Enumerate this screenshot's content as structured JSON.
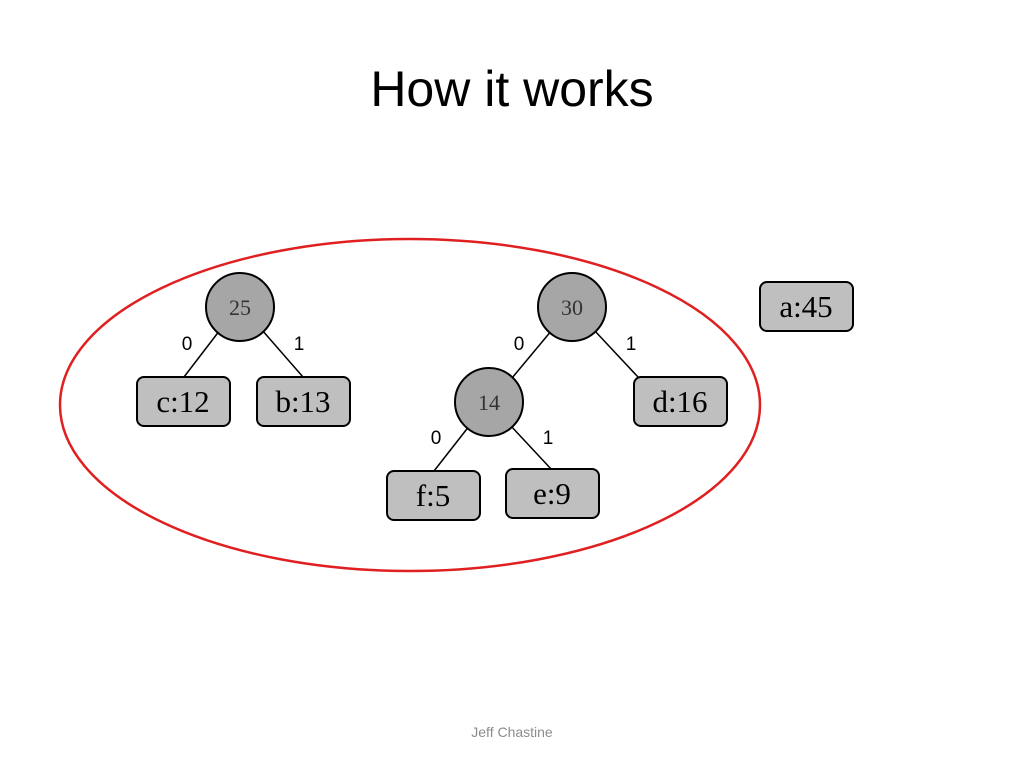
{
  "slide": {
    "title": "How it works",
    "footer": "Jeff Chastine"
  },
  "colors": {
    "node_fill": "#a6a6a6",
    "leaf_fill": "#bfbfbf",
    "outline": "#000000",
    "highlight_ellipse": "#e02020"
  },
  "trees": {
    "left": {
      "root": "25",
      "edge_left": "0",
      "edge_right": "1",
      "leaf_left": "c:12",
      "leaf_right": "b:13"
    },
    "middle": {
      "root": "30",
      "edge_left": "0",
      "edge_right": "1",
      "inner": "14",
      "inner_edge_left": "0",
      "inner_edge_right": "1",
      "leaf_inner_left": "f:5",
      "leaf_inner_right": "e:9",
      "leaf_right": "d:16"
    },
    "standalone": {
      "leaf": "a:45"
    }
  }
}
